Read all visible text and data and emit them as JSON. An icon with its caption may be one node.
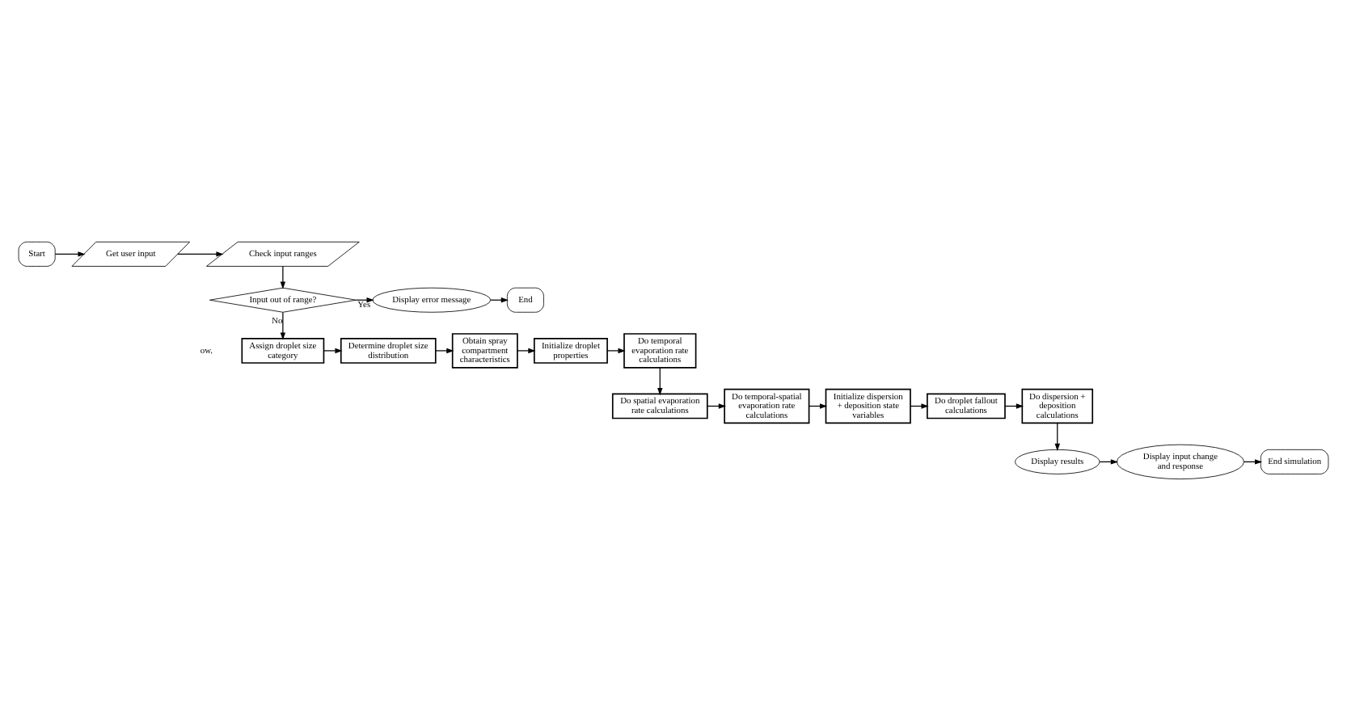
{
  "diagram": {
    "nodes": [
      {
        "text": [
          "Start"
        ]
      },
      {
        "text": [
          "Get user input"
        ]
      },
      {
        "text": [
          "Check input ranges"
        ]
      },
      {
        "text": [
          "Input out of range?"
        ]
      },
      {
        "text": [
          "Display error message"
        ]
      },
      {
        "text": [
          "End"
        ]
      },
      {
        "text": [
          "Assign droplet size category"
        ]
      },
      {
        "text": [
          "Determine droplet size distribution"
        ]
      },
      {
        "text": [
          "Obtain spray compartment characteristics"
        ]
      },
      {
        "text": [
          "Initialize droplet properties"
        ]
      },
      {
        "text": [
          "Do temporal evaporation rate calculations"
        ]
      },
      {
        "text": [
          "Do spatial evaporation rate calculations"
        ]
      },
      {
        "text": [
          "Do temporal-spatial evaporation rate calculations"
        ]
      },
      {
        "text": [
          "Initialize dispersion + deposition state variables"
        ]
      },
      {
        "text": [
          "Do droplet fallout calculations"
        ]
      },
      {
        "text": [
          "Do dispersion + deposition calculations"
        ]
      },
      {
        "text": [
          "Display results"
        ]
      },
      {
        "text": [
          "Display input change and response"
        ]
      },
      {
        "text": [
          "End simulation"
        ]
      }
    ],
    "edges": [
      {
        "from": 0,
        "to": 1,
        "arrow": "to"
      },
      {
        "from": 1,
        "to": 2,
        "arrow": "to"
      },
      {
        "from": 2,
        "to": 3,
        "arrow": "to"
      },
      {
        "from": 3,
        "to": 4,
        "arrow": "to",
        "label": "Yes"
      },
      {
        "from": 4,
        "to": 5,
        "arrow": "to"
      },
      {
        "from": 3,
        "to": 6,
        "arrow": "to",
        "label": "No"
      },
      {
        "from": 6,
        "to": 7,
        "arrow": "to"
      },
      {
        "from": 7,
        "to": 8,
        "arrow": "to"
      },
      {
        "from": 8,
        "to": 9,
        "arrow": "to"
      },
      {
        "from": 9,
        "to": 10,
        "arrow": "to"
      },
      {
        "from": 10,
        "to": 11,
        "arrow": "to"
      },
      {
        "from": 11,
        "to": 12,
        "arrow": "to"
      },
      {
        "from": 12,
        "to": 13,
        "arrow": "to"
      },
      {
        "from": 13,
        "to": 14,
        "arrow": "to"
      },
      {
        "from": 14,
        "to": 15,
        "arrow": "to"
      },
      {
        "from": 15,
        "to": 16,
        "arrow": "to"
      },
      {
        "from": 16,
        "to": 17,
        "arrow": "to"
      },
      {
        "from": 17,
        "to": 18,
        "arrow": "to"
      }
    ],
    "labels": [
      "ow."
    ]
  }
}
